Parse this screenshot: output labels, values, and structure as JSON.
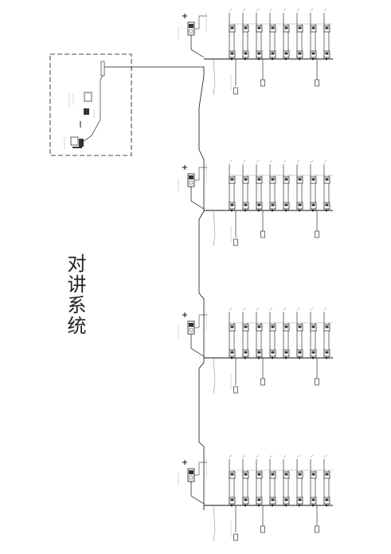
{
  "title": "对讲系统",
  "colors": {
    "line": "#111111",
    "text": "#222222",
    "device": "#333333",
    "background": "#ffffff"
  },
  "center": {
    "labels": [
      "管理中心机",
      "电源",
      "联网器"
    ]
  },
  "sections": [
    {
      "id": "unit-1",
      "floors": 8
    },
    {
      "id": "unit-2",
      "floors": 8
    },
    {
      "id": "unit-3",
      "floors": 8
    },
    {
      "id": "unit-4",
      "floors": 8
    }
  ],
  "icons": [
    "door-station-icon",
    "indoor-monitor-icon",
    "power-supply-icon",
    "computer-icon",
    "terminal-resistor-icon"
  ]
}
